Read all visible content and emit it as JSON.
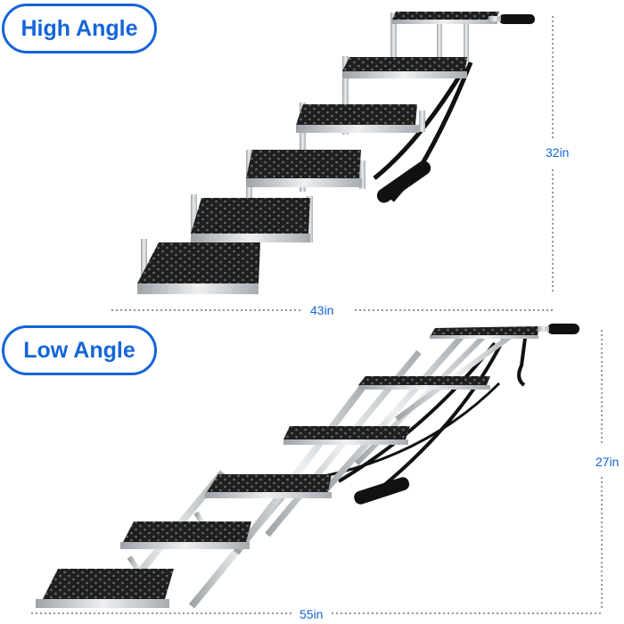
{
  "labels": {
    "high_angle": "High Angle",
    "low_angle": "Low Angle"
  },
  "dimensions": {
    "high_height": "32in",
    "high_length": "43in",
    "low_height": "27in",
    "low_length": "55in"
  },
  "colors": {
    "accent": "#1565d8",
    "frame": "#c9ccd0",
    "tread": "#1e1e1e",
    "strap": "#101010"
  }
}
